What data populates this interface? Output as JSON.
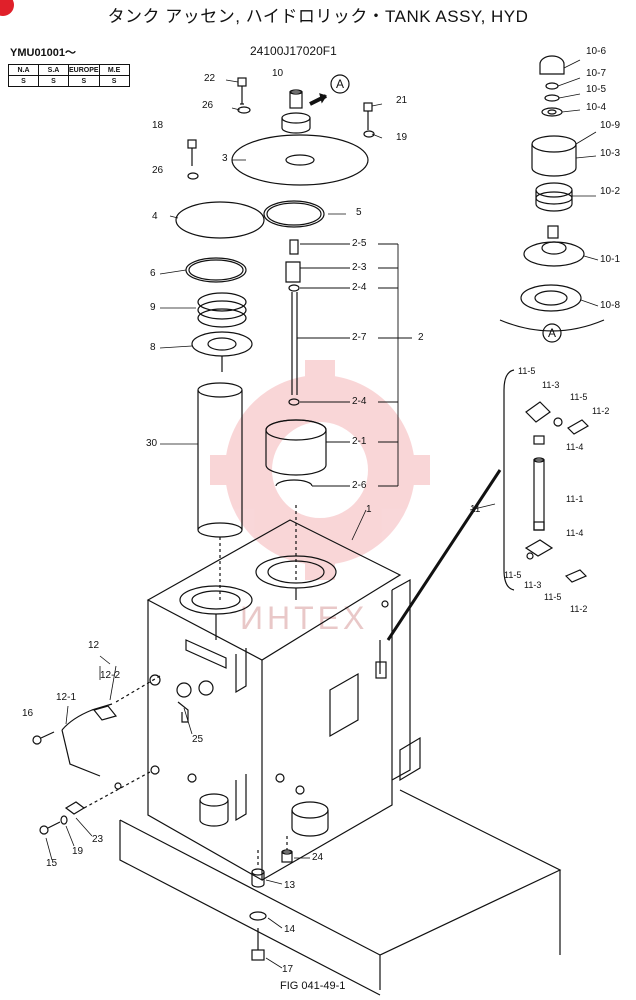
{
  "title": "タンク アッセン, ハイドロリック・TANK ASSY, HYD",
  "serial_from": "YMU01001〜",
  "part_number": "24100J17020F1",
  "markets": {
    "headers": [
      "N.A",
      "S.A",
      "EUROPE",
      "M.E"
    ],
    "values": [
      "S",
      "S",
      "S",
      "S"
    ]
  },
  "callout_letter": "A",
  "labels": {
    "p22": "22",
    "p26a": "26",
    "p10": "10",
    "p21": "21",
    "p19a": "19",
    "p18": "18",
    "p3": "3",
    "p26b": "26",
    "p4": "4",
    "p5": "5",
    "p6": "6",
    "p9": "9",
    "p8": "8",
    "p30": "30",
    "p2_5": "2-5",
    "p2_3": "2-3",
    "p2_4a": "2-4",
    "p2_7": "2-7",
    "p2": "2",
    "p2_4b": "2-4",
    "p2_1": "2-1",
    "p2_6": "2-6",
    "p1": "1",
    "p10_6": "10-6",
    "p10_7": "10-7",
    "p10_5": "10-5",
    "p10_4": "10-4",
    "p10_9": "10-9",
    "p10_3": "10-3",
    "p10_2": "10-2",
    "p10_1": "10-1",
    "p10_8": "10-8",
    "p11_5a": "11-5",
    "p11_3a": "11-3",
    "p11_5b": "11-5",
    "p11_2a": "11-2",
    "p11_4a": "11-4",
    "p11_1": "11-1",
    "p11_4b": "11-4",
    "p11": "11",
    "p11_5c": "11-5",
    "p11_3b": "11-3",
    "p11_5d": "11-5",
    "p11_2b": "11-2",
    "p12": "12",
    "p12_2": "12-2",
    "p12_1": "12-1",
    "p16": "16",
    "p25": "25",
    "p23": "23",
    "p15": "15",
    "p19b": "19",
    "p24": "24",
    "p13": "13",
    "p14": "14",
    "p17": "17"
  },
  "watermark": "ИНТЕХ",
  "figure_caption": "FIG 041-49-1"
}
